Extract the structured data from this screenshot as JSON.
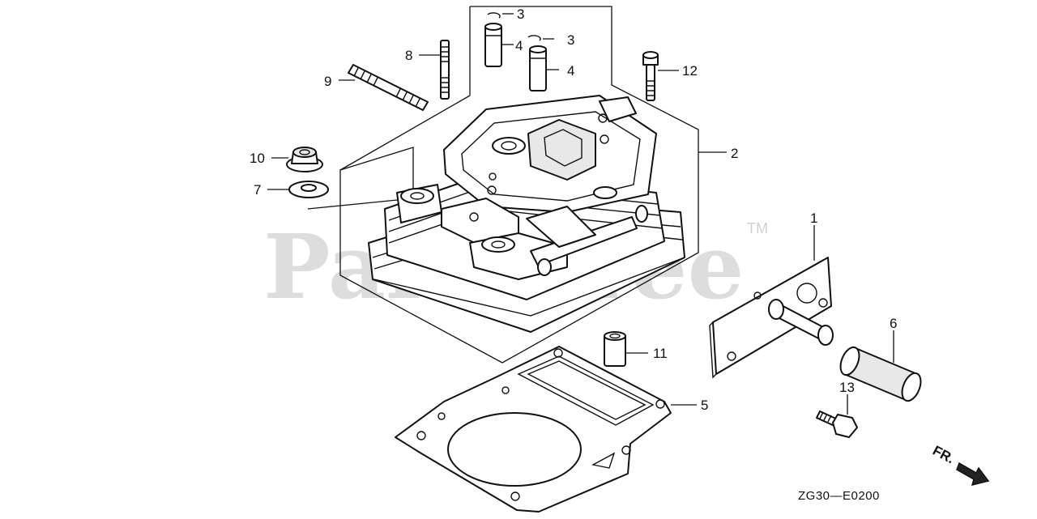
{
  "watermark": {
    "text": "PartsTree",
    "trademark": "TM"
  },
  "diagram_code": "ZG30—E0200",
  "direction_label": "FR.",
  "callouts": [
    {
      "id": "c1",
      "text": "1"
    },
    {
      "id": "c2",
      "text": "2"
    },
    {
      "id": "c3a",
      "text": "3"
    },
    {
      "id": "c3b",
      "text": "3"
    },
    {
      "id": "c4a",
      "text": "4"
    },
    {
      "id": "c4b",
      "text": "4"
    },
    {
      "id": "c5",
      "text": "5"
    },
    {
      "id": "c6",
      "text": "6"
    },
    {
      "id": "c7",
      "text": "7"
    },
    {
      "id": "c8",
      "text": "8"
    },
    {
      "id": "c9",
      "text": "9"
    },
    {
      "id": "c10",
      "text": "10"
    },
    {
      "id": "c11",
      "text": "11"
    },
    {
      "id": "c12",
      "text": "12"
    },
    {
      "id": "c13",
      "text": "13"
    }
  ]
}
